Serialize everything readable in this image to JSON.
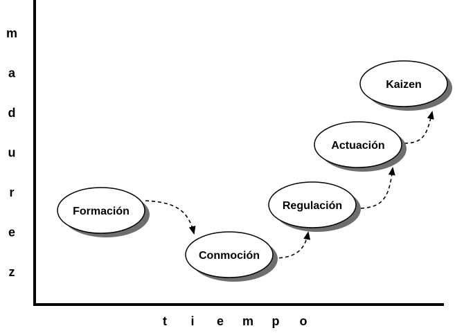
{
  "axes": {
    "y_label": "madurez",
    "x_label": "tiempo"
  },
  "stages": [
    {
      "label": "Formación"
    },
    {
      "label": "Conmoción"
    },
    {
      "label": "Regulación"
    },
    {
      "label": "Actuación"
    },
    {
      "label": "Kaizen"
    }
  ],
  "colors": {
    "ellipse_fill": "#ffffff",
    "ellipse_stroke": "#000000",
    "shadow": "#6e6e6e",
    "axis": "#000000",
    "connector": "#000000"
  }
}
